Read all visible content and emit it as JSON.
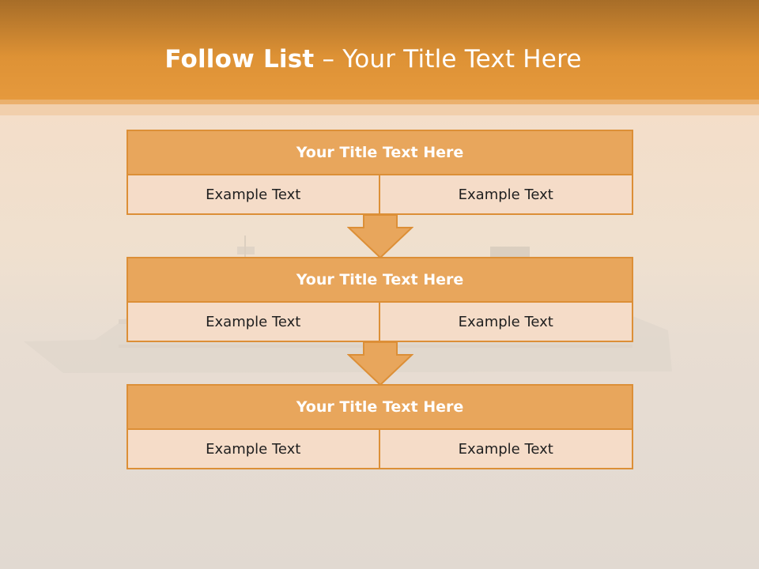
{
  "slide": {
    "title_bold": "Follow List",
    "title_rest": " – Your Title Text Here"
  },
  "blocks": [
    {
      "title": "Your Title Text Here",
      "left": "Example Text",
      "right": "Example Text"
    },
    {
      "title": "Your Title Text Here",
      "left": "Example Text",
      "right": "Example Text"
    },
    {
      "title": "Your Title Text Here",
      "left": "Example Text",
      "right": "Example Text"
    }
  ],
  "colors": {
    "header_band": "#df9438",
    "block_header": "#e8a65c",
    "block_border": "#dc8f37",
    "cell_fill": "#f5dcc8",
    "arrow_fill": "#e8a65c"
  },
  "icons": [
    "down-arrow-icon"
  ]
}
